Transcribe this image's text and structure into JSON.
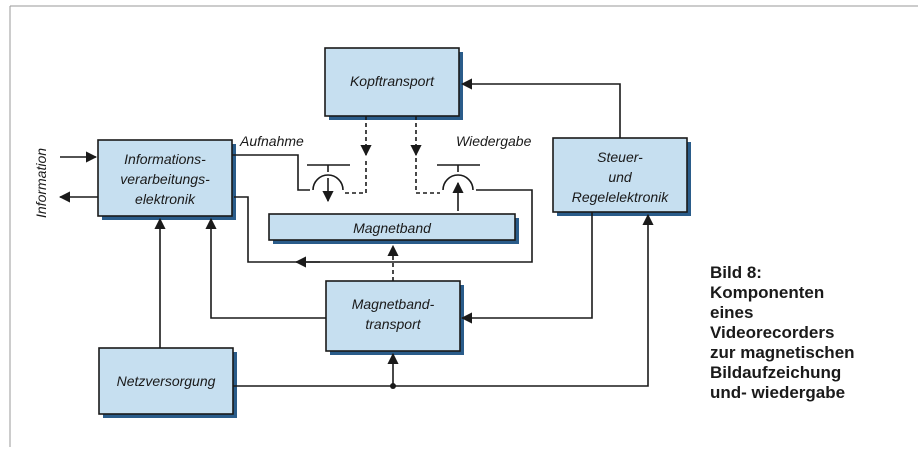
{
  "labels": {
    "kopftransport": "Kopftransport",
    "info_l1": "Informations-",
    "info_l2": "verarbeitungs-",
    "info_l3": "elektronik",
    "steuer_l1": "Steuer-",
    "steuer_l2": "und",
    "steuer_l3": "Regelelektronik",
    "magnetband": "Magnetband",
    "mbt_l1": "Magnetband-",
    "mbt_l2": "transport",
    "netz": "Netzversorgung",
    "aufnahme": "Aufnahme",
    "wiedergabe": "Wiedergabe",
    "information": "Information"
  },
  "caption": {
    "lines": [
      "Bild 8:",
      "Komponenten",
      "eines",
      "Videorecorders",
      "zur magnetischen",
      "Bildaufzeichung",
      "und- wiedergabe"
    ]
  },
  "colors": {
    "box_fill": "#c6dff0",
    "box_shadow": "#2a5c8a"
  }
}
